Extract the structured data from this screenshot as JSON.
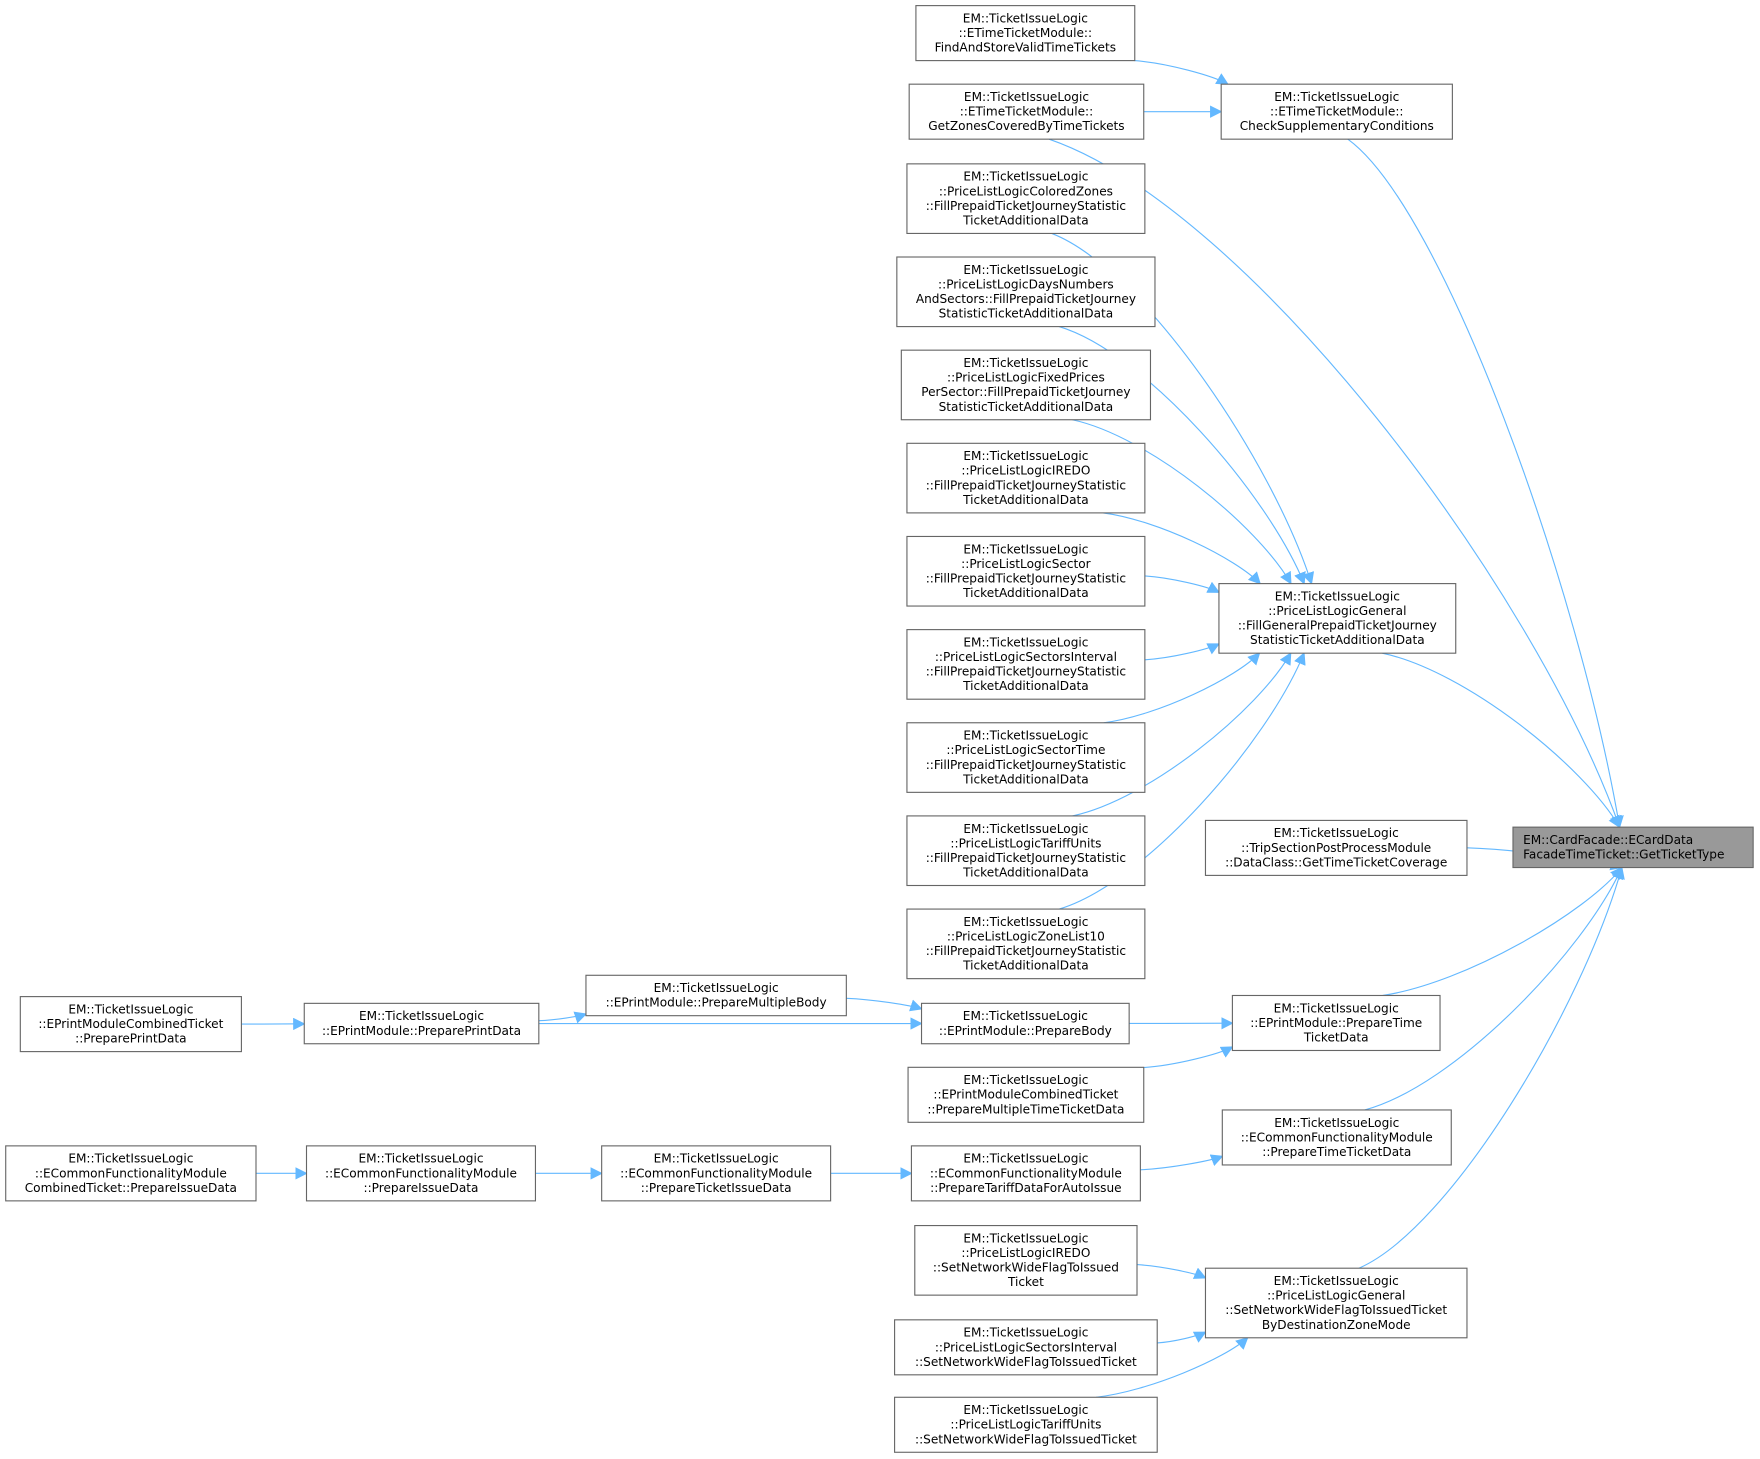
{
  "title": "Caller graph: EM::CardFacade::ECardDataFacadeTimeTicket::GetTicketType",
  "colors": {
    "edge": "#63b8ff",
    "target_fill": "#999999",
    "node_border": "#666666"
  },
  "nodes": [
    {
      "id": "n0",
      "lines": [
        "EM::CardFacade::ECardData",
        "FacadeTimeTicket::GetTicketType"
      ],
      "target": true
    },
    {
      "id": "n1",
      "lines": [
        "EM::TicketIssueLogic",
        "::ETimeTicketModule::",
        "CheckSupplementaryConditions"
      ]
    },
    {
      "id": "n2",
      "lines": [
        "EM::TicketIssueLogic",
        "::ETimeTicketModule::",
        "FindAndStoreValidTimeTickets"
      ]
    },
    {
      "id": "n3",
      "lines": [
        "EM::TicketIssueLogic",
        "::ETimeTicketModule::",
        "GetZonesCoveredByTimeTickets"
      ]
    },
    {
      "id": "n4",
      "lines": [
        "EM::TicketIssueLogic",
        "::PriceListLogicColoredZones",
        "::FillPrepaidTicketJourneyStatistic",
        "TicketAdditionalData"
      ]
    },
    {
      "id": "n5",
      "lines": [
        "EM::TicketIssueLogic",
        "::PriceListLogicDaysNumbers",
        "AndSectors::FillPrepaidTicketJourney",
        "StatisticTicketAdditionalData"
      ]
    },
    {
      "id": "n6",
      "lines": [
        "EM::TicketIssueLogic",
        "::PriceListLogicFixedPrices",
        "PerSector::FillPrepaidTicketJourney",
        "StatisticTicketAdditionalData"
      ]
    },
    {
      "id": "n7",
      "lines": [
        "EM::TicketIssueLogic",
        "::PriceListLogicIREDO",
        "::FillPrepaidTicketJourneyStatistic",
        "TicketAdditionalData"
      ]
    },
    {
      "id": "n8",
      "lines": [
        "EM::TicketIssueLogic",
        "::PriceListLogicSector",
        "::FillPrepaidTicketJourneyStatistic",
        "TicketAdditionalData"
      ]
    },
    {
      "id": "n9",
      "lines": [
        "EM::TicketIssueLogic",
        "::PriceListLogicSectorsInterval",
        "::FillPrepaidTicketJourneyStatistic",
        "TicketAdditionalData"
      ]
    },
    {
      "id": "n10",
      "lines": [
        "EM::TicketIssueLogic",
        "::PriceListLogicSectorTime",
        "::FillPrepaidTicketJourneyStatistic",
        "TicketAdditionalData"
      ]
    },
    {
      "id": "n11",
      "lines": [
        "EM::TicketIssueLogic",
        "::PriceListLogicTariffUnits",
        "::FillPrepaidTicketJourneyStatistic",
        "TicketAdditionalData"
      ]
    },
    {
      "id": "n12",
      "lines": [
        "EM::TicketIssueLogic",
        "::PriceListLogicZoneList10",
        "::FillPrepaidTicketJourneyStatistic",
        "TicketAdditionalData"
      ]
    },
    {
      "id": "n13",
      "lines": [
        "EM::TicketIssueLogic",
        "::PriceListLogicGeneral",
        "::FillGeneralPrepaidTicketJourney",
        "StatisticTicketAdditionalData"
      ]
    },
    {
      "id": "n14",
      "lines": [
        "EM::TicketIssueLogic",
        "::TripSectionPostProcessModule",
        "::DataClass::GetTimeTicketCoverage"
      ]
    },
    {
      "id": "n15",
      "lines": [
        "EM::TicketIssueLogic",
        "::EPrintModule::PrepareTime",
        "TicketData"
      ]
    },
    {
      "id": "n16",
      "lines": [
        "EM::TicketIssueLogic",
        "::EPrintModule::PrepareBody"
      ]
    },
    {
      "id": "n17",
      "lines": [
        "EM::TicketIssueLogic",
        "::EPrintModule::PrepareMultipleBody"
      ]
    },
    {
      "id": "n18",
      "lines": [
        "EM::TicketIssueLogic",
        "::EPrintModule::PreparePrintData"
      ]
    },
    {
      "id": "n19",
      "lines": [
        "EM::TicketIssueLogic",
        "::EPrintModuleCombinedTicket",
        "::PreparePrintData"
      ]
    },
    {
      "id": "n20",
      "lines": [
        "EM::TicketIssueLogic",
        "::EPrintModuleCombinedTicket",
        "::PrepareMultipleTimeTicketData"
      ]
    },
    {
      "id": "n21",
      "lines": [
        "EM::TicketIssueLogic",
        "::ECommonFunctionalityModule",
        "::PrepareTimeTicketData"
      ]
    },
    {
      "id": "n22",
      "lines": [
        "EM::TicketIssueLogic",
        "::ECommonFunctionalityModule",
        "::PrepareTariffDataForAutoIssue"
      ]
    },
    {
      "id": "n23",
      "lines": [
        "EM::TicketIssueLogic",
        "::ECommonFunctionalityModule",
        "::PrepareTicketIssueData"
      ]
    },
    {
      "id": "n24",
      "lines": [
        "EM::TicketIssueLogic",
        "::ECommonFunctionalityModule",
        "::PrepareIssueData"
      ]
    },
    {
      "id": "n25",
      "lines": [
        "EM::TicketIssueLogic",
        "::ECommonFunctionalityModule",
        "CombinedTicket::PrepareIssueData"
      ]
    },
    {
      "id": "n26",
      "lines": [
        "EM::TicketIssueLogic",
        "::PriceListLogicGeneral",
        "::SetNetworkWideFlagToIssuedTicket",
        "ByDestinationZoneMode"
      ]
    },
    {
      "id": "n27",
      "lines": [
        "EM::TicketIssueLogic",
        "::PriceListLogicIREDO",
        "::SetNetworkWideFlagToIssued",
        "Ticket"
      ]
    },
    {
      "id": "n28",
      "lines": [
        "EM::TicketIssueLogic",
        "::PriceListLogicSectorsInterval",
        "::SetNetworkWideFlagToIssuedTicket"
      ]
    },
    {
      "id": "n29",
      "lines": [
        "EM::TicketIssueLogic",
        "::PriceListLogicTariffUnits",
        "::SetNetworkWideFlagToIssuedTicket"
      ]
    }
  ],
  "edges": [
    [
      "n1",
      "n0"
    ],
    [
      "n2",
      "n1"
    ],
    [
      "n3",
      "n1"
    ],
    [
      "n3",
      "n0"
    ],
    [
      "n4",
      "n13"
    ],
    [
      "n5",
      "n13"
    ],
    [
      "n6",
      "n13"
    ],
    [
      "n7",
      "n13"
    ],
    [
      "n8",
      "n13"
    ],
    [
      "n9",
      "n13"
    ],
    [
      "n10",
      "n13"
    ],
    [
      "n11",
      "n13"
    ],
    [
      "n12",
      "n13"
    ],
    [
      "n13",
      "n0"
    ],
    [
      "n14",
      "n0"
    ],
    [
      "n15",
      "n0"
    ],
    [
      "n21",
      "n0"
    ],
    [
      "n26",
      "n0"
    ],
    [
      "n16",
      "n15"
    ],
    [
      "n20",
      "n15"
    ],
    [
      "n17",
      "n16"
    ],
    [
      "n18",
      "n16"
    ],
    [
      "n18",
      "n17"
    ],
    [
      "n19",
      "n18"
    ],
    [
      "n22",
      "n21"
    ],
    [
      "n23",
      "n22"
    ],
    [
      "n24",
      "n23"
    ],
    [
      "n25",
      "n24"
    ],
    [
      "n27",
      "n26"
    ],
    [
      "n28",
      "n26"
    ],
    [
      "n29",
      "n26"
    ]
  ]
}
